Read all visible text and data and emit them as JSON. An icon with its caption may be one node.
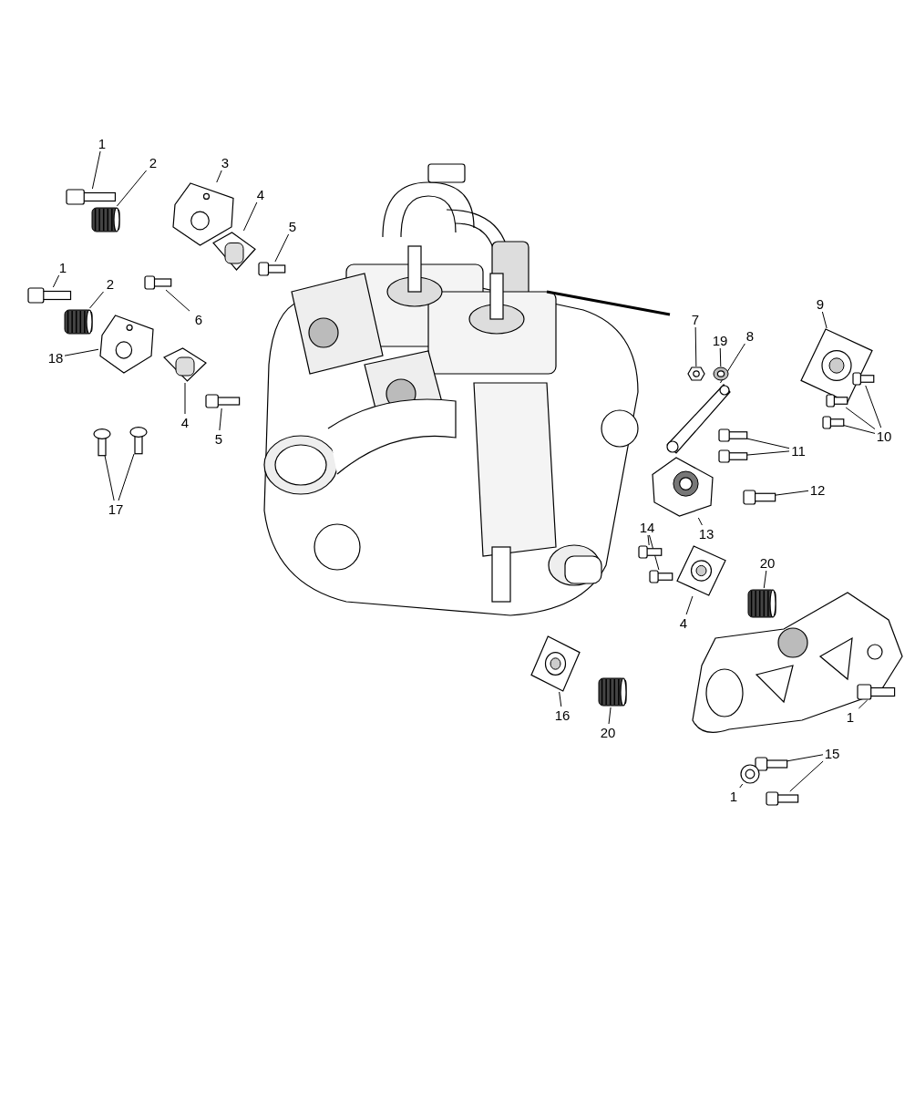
{
  "diagram": {
    "nodes": [
      {
        "text": [
          "1"
        ]
      },
      {
        "text": [],
        "shape": "picture"
      },
      {
        "text": [
          "2"
        ]
      },
      {
        "text": [],
        "shape": "picture"
      },
      {
        "text": [
          "3"
        ]
      },
      {
        "text": [],
        "shape": "picture"
      },
      {
        "text": [
          "4"
        ]
      },
      {
        "text": [],
        "shape": "picture"
      },
      {
        "text": [
          "5"
        ]
      },
      {
        "text": [],
        "shape": "picture"
      },
      {
        "text": [
          "6"
        ]
      },
      {
        "text": [],
        "shape": "picture"
      },
      {
        "text": [
          "1"
        ]
      },
      {
        "text": [],
        "shape": "picture"
      },
      {
        "text": [
          "2"
        ]
      },
      {
        "text": [],
        "shape": "picture"
      },
      {
        "text": [
          "18"
        ]
      },
      {
        "text": [],
        "shape": "picture"
      },
      {
        "text": [
          "4"
        ]
      },
      {
        "text": [],
        "shape": "picture"
      },
      {
        "text": [
          "5"
        ]
      },
      {
        "text": [],
        "shape": "picture"
      },
      {
        "text": [
          "17"
        ]
      },
      {
        "text": [],
        "shape": "picture"
      },
      {
        "text": [],
        "shape": "picture"
      },
      {
        "text": [
          "7"
        ]
      },
      {
        "text": [],
        "shape": "picture"
      },
      {
        "text": [
          "19"
        ]
      },
      {
        "text": [],
        "shape": "picture"
      },
      {
        "text": [
          "8"
        ]
      },
      {
        "text": [],
        "shape": "picture"
      },
      {
        "text": [
          "9"
        ]
      },
      {
        "text": [],
        "shape": "picture"
      },
      {
        "text": [
          "10"
        ]
      },
      {
        "text": [],
        "shape": "picture"
      },
      {
        "text": [],
        "shape": "picture"
      },
      {
        "text": [],
        "shape": "picture"
      },
      {
        "text": [
          "11"
        ]
      },
      {
        "text": [],
        "shape": "picture"
      },
      {
        "text": [],
        "shape": "picture"
      },
      {
        "text": [
          "12"
        ]
      },
      {
        "text": [],
        "shape": "picture"
      },
      {
        "text": [
          "13"
        ]
      },
      {
        "text": [],
        "shape": "picture"
      },
      {
        "text": [
          "14"
        ]
      },
      {
        "text": [],
        "shape": "picture"
      },
      {
        "text": [],
        "shape": "picture"
      },
      {
        "text": [
          "20"
        ]
      },
      {
        "text": [],
        "shape": "picture"
      },
      {
        "text": [
          "4"
        ]
      },
      {
        "text": [],
        "shape": "picture"
      },
      {
        "text": [
          "16"
        ]
      },
      {
        "text": [],
        "shape": "picture"
      },
      {
        "text": [
          "20"
        ]
      },
      {
        "text": [],
        "shape": "picture"
      },
      {
        "text": [
          "1"
        ]
      },
      {
        "text": [],
        "shape": "picture"
      },
      {
        "text": [
          "15"
        ]
      },
      {
        "text": [],
        "shape": "picture"
      },
      {
        "text": [],
        "shape": "picture"
      },
      {
        "text": [
          "1"
        ]
      },
      {
        "text": [],
        "shape": "picture"
      }
    ],
    "edges": [
      {
        "from": 0,
        "to": 1,
        "arrow": "none"
      },
      {
        "from": 2,
        "to": 3,
        "arrow": "none"
      },
      {
        "from": 4,
        "to": 5,
        "arrow": "none"
      },
      {
        "from": 6,
        "to": 7,
        "arrow": "none"
      },
      {
        "from": 8,
        "to": 9,
        "arrow": "none"
      },
      {
        "from": 10,
        "to": 11,
        "arrow": "none"
      },
      {
        "from": 12,
        "to": 13,
        "arrow": "none"
      },
      {
        "from": 14,
        "to": 15,
        "arrow": "none"
      },
      {
        "from": 16,
        "to": 17,
        "arrow": "none"
      },
      {
        "from": 18,
        "to": 19,
        "arrow": "none"
      },
      {
        "from": 20,
        "to": 21,
        "arrow": "none"
      },
      {
        "from": 22,
        "to": 23,
        "arrow": "none"
      },
      {
        "from": 22,
        "to": 24,
        "arrow": "none"
      },
      {
        "from": 25,
        "to": 26,
        "arrow": "none"
      },
      {
        "from": 27,
        "to": 28,
        "arrow": "none"
      },
      {
        "from": 29,
        "to": 30,
        "arrow": "none"
      },
      {
        "from": 31,
        "to": 32,
        "arrow": "none"
      },
      {
        "from": 33,
        "to": 34,
        "arrow": "none"
      },
      {
        "from": 33,
        "to": 35,
        "arrow": "none"
      },
      {
        "from": 33,
        "to": 36,
        "arrow": "none"
      },
      {
        "from": 37,
        "to": 38,
        "arrow": "none"
      },
      {
        "from": 37,
        "to": 39,
        "arrow": "none"
      },
      {
        "from": 40,
        "to": 41,
        "arrow": "none"
      },
      {
        "from": 42,
        "to": 43,
        "arrow": "none"
      },
      {
        "from": 44,
        "to": 45,
        "arrow": "none"
      },
      {
        "from": 44,
        "to": 46,
        "arrow": "none"
      },
      {
        "from": 47,
        "to": 48,
        "arrow": "none"
      },
      {
        "from": 49,
        "to": 50,
        "arrow": "none"
      },
      {
        "from": 51,
        "to": 52,
        "arrow": "none"
      },
      {
        "from": 53,
        "to": 54,
        "arrow": "none"
      },
      {
        "from": 55,
        "to": 56,
        "arrow": "none"
      },
      {
        "from": 57,
        "to": 58,
        "arrow": "none"
      },
      {
        "from": 57,
        "to": 59,
        "arrow": "none"
      },
      {
        "from": 60,
        "to": 61,
        "arrow": "none"
      }
    ]
  }
}
